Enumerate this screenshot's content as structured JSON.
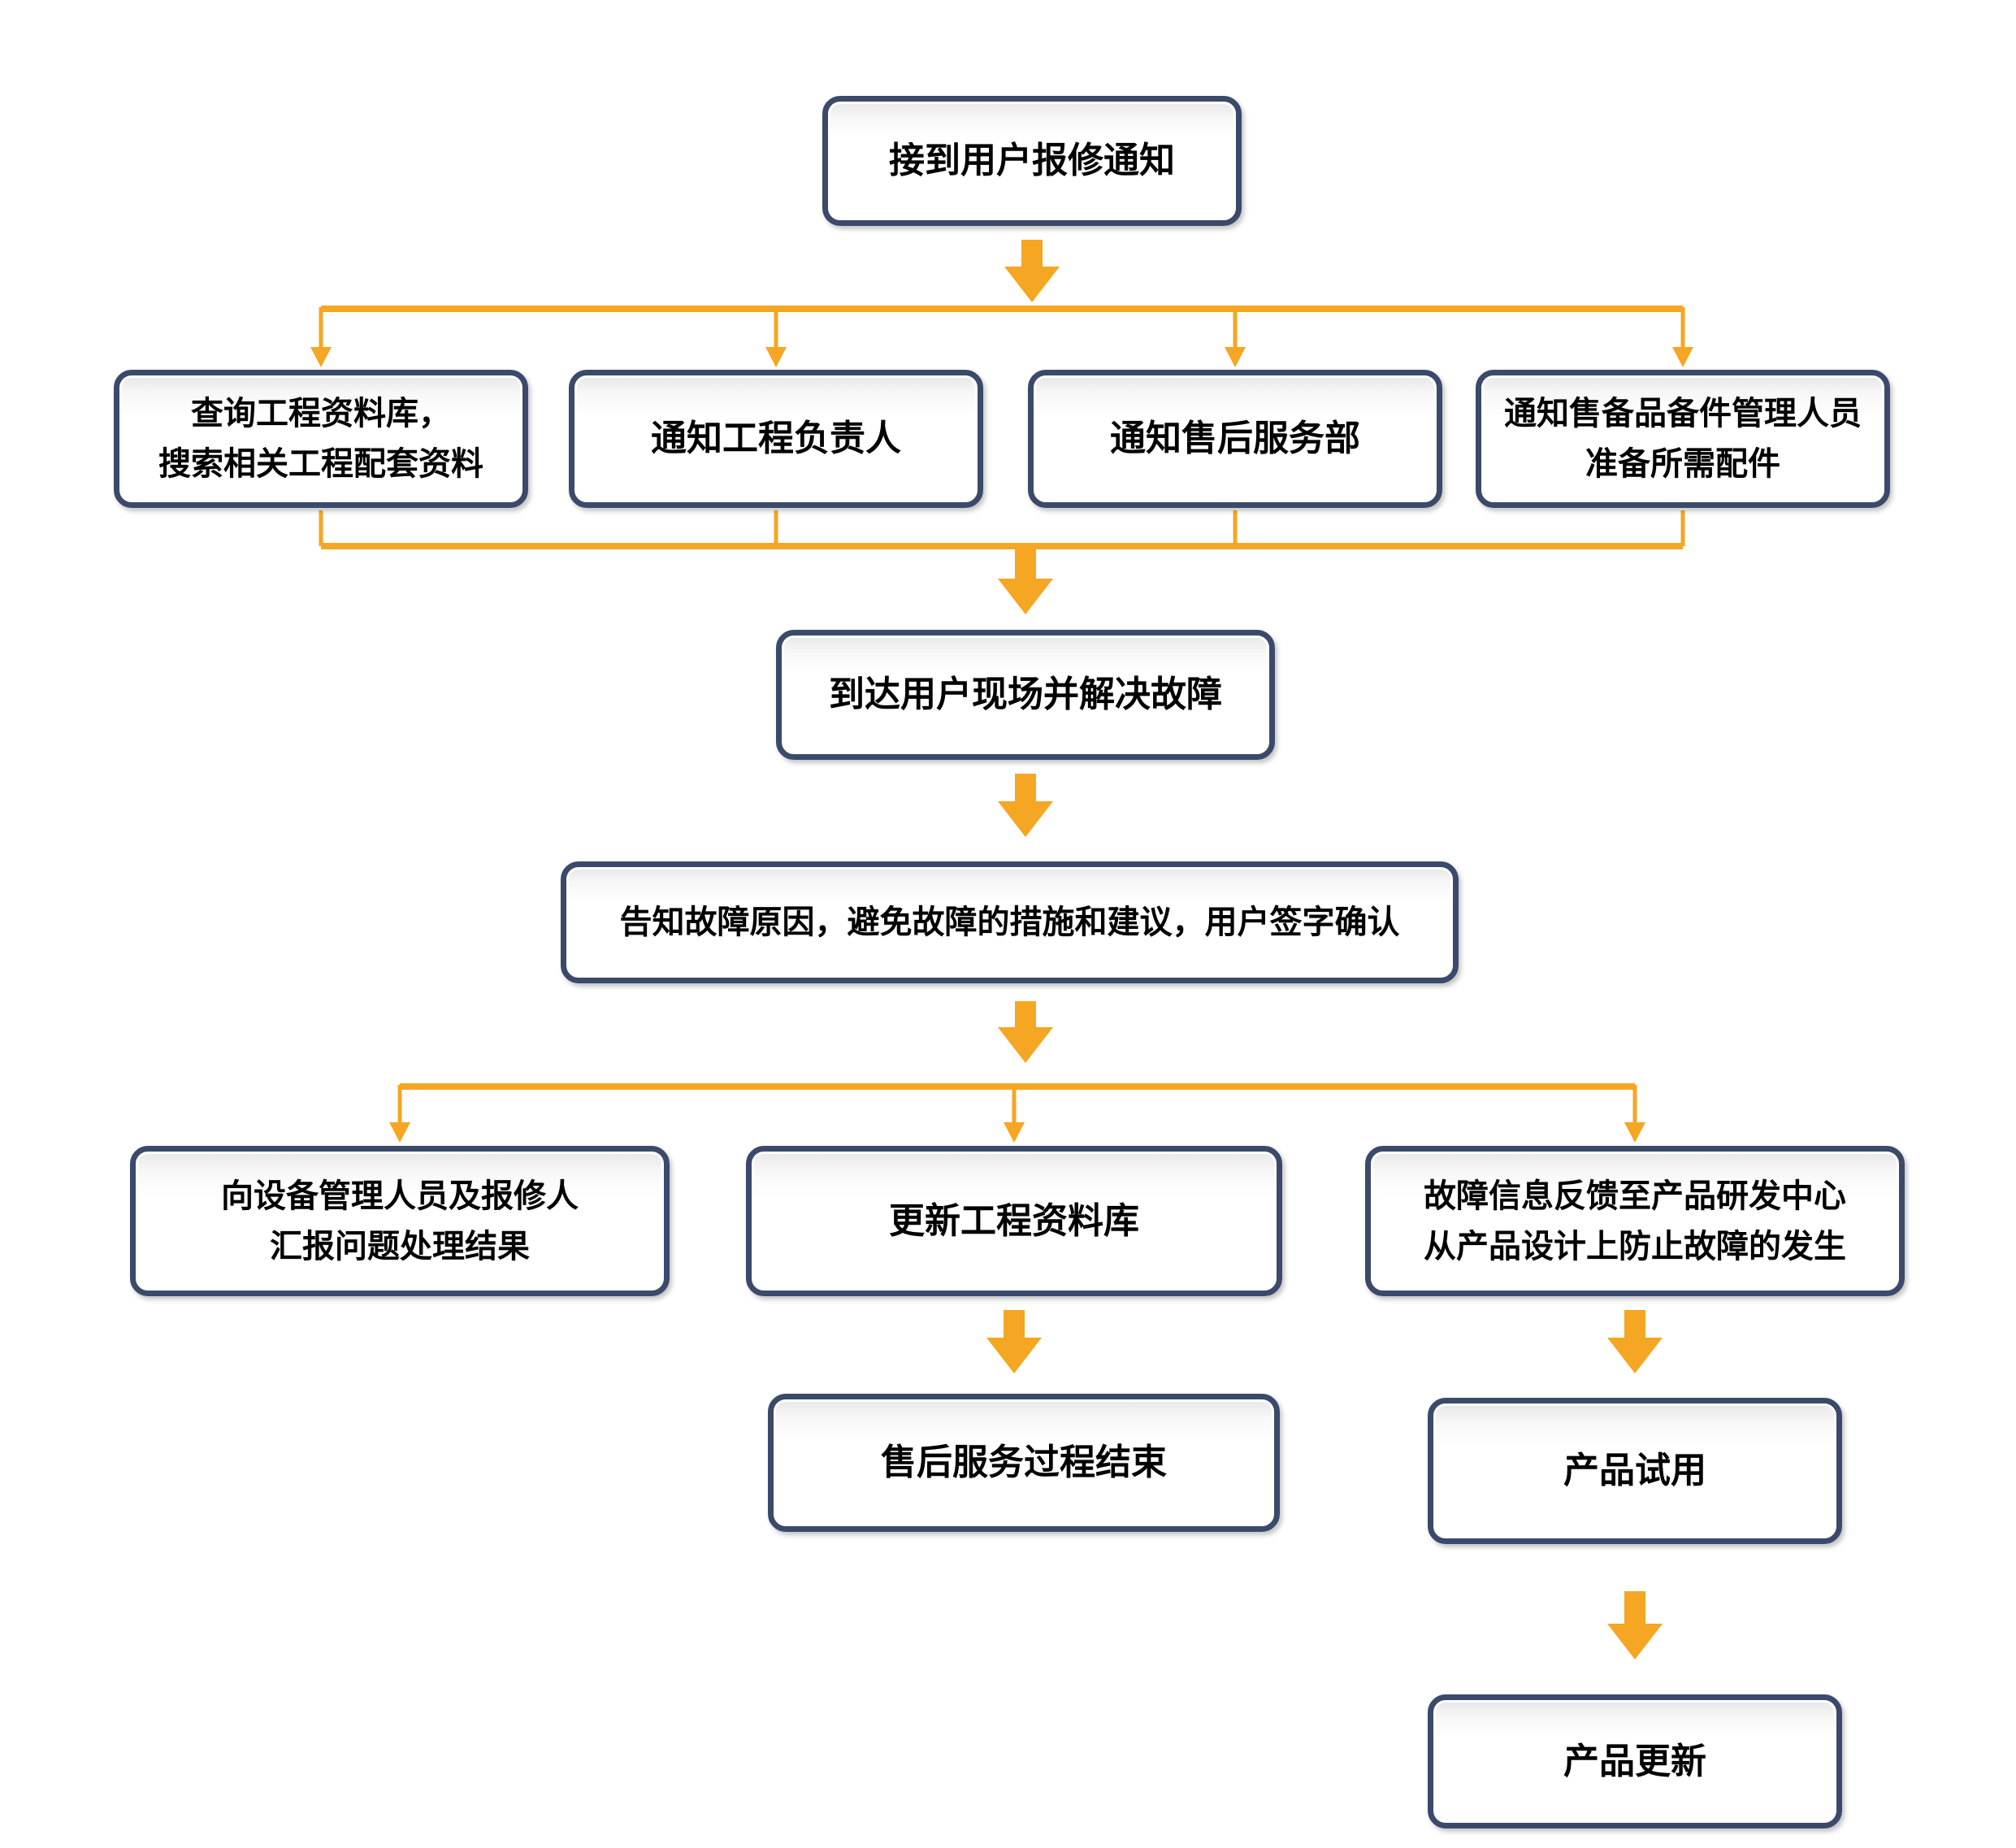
{
  "colors": {
    "accent_orange": "#F5A623",
    "box_border": "#3B4A6B",
    "text_color": "#000000"
  },
  "flowchart": {
    "nodes": {
      "receive_notice": {
        "label": "接到用户报修通知"
      },
      "query_archive": {
        "lines": [
          "查询工程资料库，",
          "搜索相关工程配套资料"
        ]
      },
      "notify_engineer": {
        "label": "通知工程负责人"
      },
      "notify_aftersales": {
        "label": "通知售后服务部"
      },
      "notify_spareparts": {
        "lines": [
          "通知售备品备件管理人员",
          "准备所需配件"
        ]
      },
      "arrive_resolve": {
        "label": "到达用户现场并解决故障"
      },
      "inform_confirm": {
        "label": "告知故障原因，避免故障的措施和建议，用户签字确认"
      },
      "report_result": {
        "lines": [
          "向设备管理人员及报修人",
          "汇报问题处理结果"
        ]
      },
      "update_archive": {
        "label": "更新工程资料库"
      },
      "feedback_rd": {
        "lines": [
          "故障信息反馈至产品研发中心",
          "从产品设计上防止故障的发生"
        ]
      },
      "service_end": {
        "label": "售后服务过程结束"
      },
      "product_trial": {
        "label": "产品试用"
      },
      "product_update": {
        "label": "产品更新"
      }
    }
  }
}
